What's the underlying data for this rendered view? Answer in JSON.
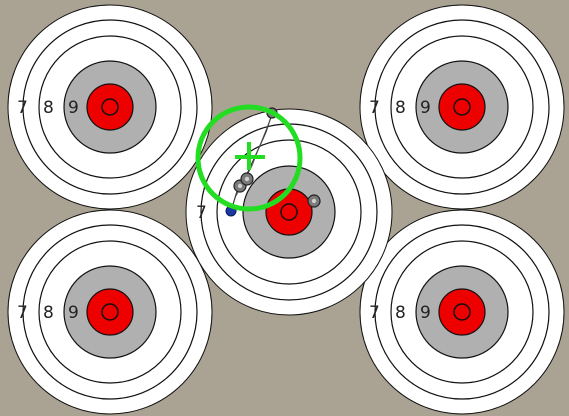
{
  "colors": {
    "background": "#aaa293",
    "target_white": "#ffffff",
    "target_gray": "#b0b0b0",
    "bullseye_red": "#ee0000",
    "ring_line": "#111111",
    "aim_circle": "#22dd22",
    "aim_cross": "#22dd22",
    "shot_hole": "#7a7a7a",
    "shot_hole_blue": "#1a3aa0",
    "trace_line": "#333333"
  },
  "targets": [
    {
      "id": "top-left",
      "labels": [
        "7",
        "8",
        "9"
      ]
    },
    {
      "id": "top-right",
      "labels": [
        "7",
        "8",
        "9"
      ]
    },
    {
      "id": "center",
      "labels": [
        "7"
      ]
    },
    {
      "id": "bottom-left",
      "labels": [
        "7",
        "8",
        "9"
      ]
    },
    {
      "id": "bottom-right",
      "labels": [
        "7",
        "8",
        "9"
      ]
    }
  ],
  "aim_reticle": {
    "icon": "crosshair-icon"
  },
  "shots": {
    "count": 5
  }
}
